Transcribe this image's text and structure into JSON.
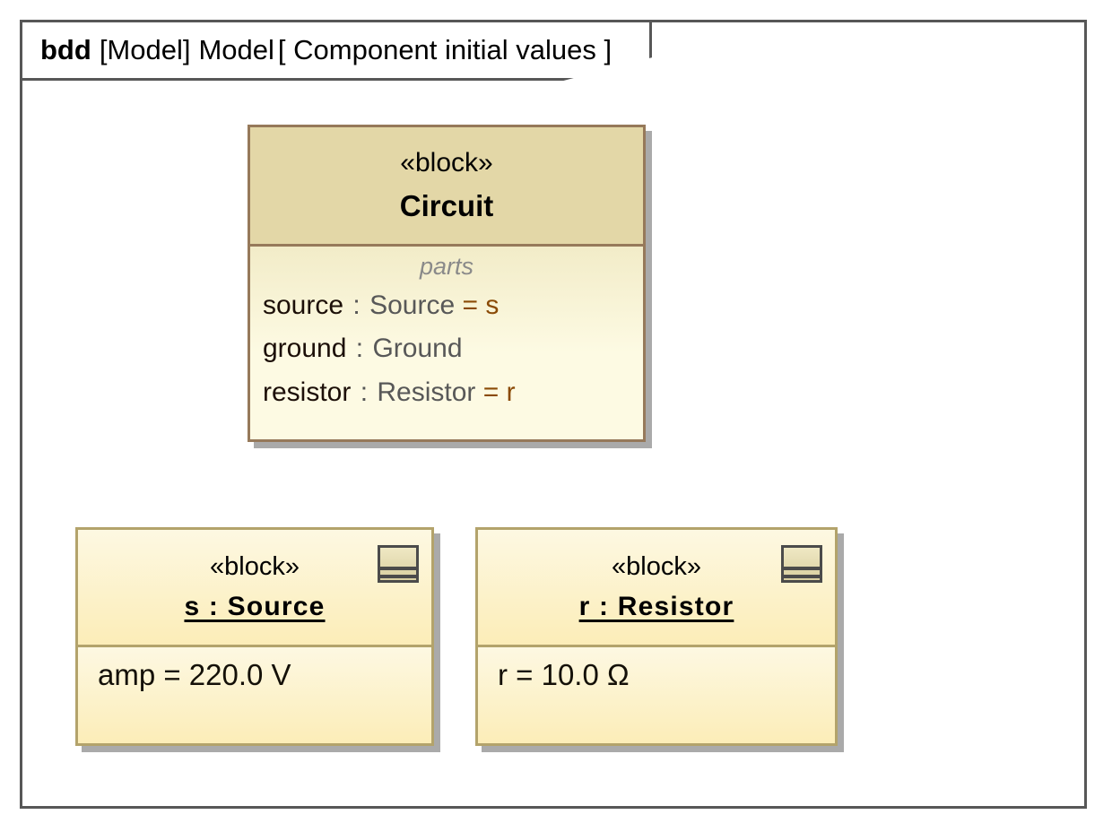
{
  "frame": {
    "kind": "bdd",
    "scope": "[Model]",
    "model_name": "Model",
    "diagram_name": "[ Component initial values ]",
    "border_color": "#575757"
  },
  "blocks": [
    {
      "id": "circuit",
      "stereotype": "«block»",
      "name": "Circuit",
      "compartment_label": "parts",
      "fill_header": "#e3d7a7",
      "fill_body": "#fdfae3",
      "border_color": "#96795a",
      "parts": [
        {
          "name": "source",
          "colon": ":",
          "type": "Source",
          "assignment": "= s"
        },
        {
          "name": "ground",
          "colon": ":",
          "type": "Ground",
          "assignment": ""
        },
        {
          "name": "resistor",
          "colon": ":",
          "type": "Resistor",
          "assignment": "= r"
        }
      ]
    }
  ],
  "instances": [
    {
      "id": "source",
      "stereotype": "«block»",
      "name": "s : Source",
      "icon": "block-icon",
      "values": [
        "amp = 220.0 V"
      ],
      "fill": "#fcedb8",
      "border_color": "#b3a36b"
    },
    {
      "id": "resistor",
      "stereotype": "«block»",
      "name": "r : Resistor",
      "icon": "block-icon",
      "values": [
        "r = 10.0 Ω"
      ],
      "fill": "#fcedb8",
      "border_color": "#b3a36b"
    }
  ]
}
